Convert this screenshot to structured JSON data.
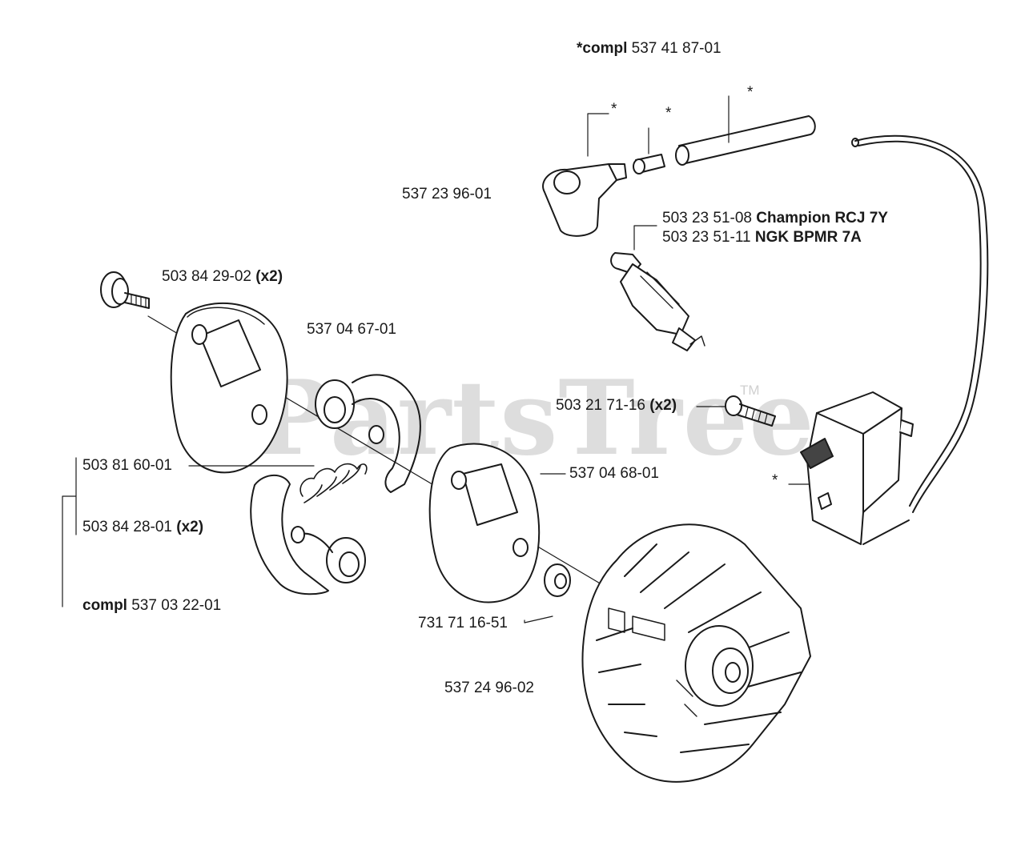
{
  "watermark": {
    "text": "PartsTree",
    "trademark": "TM"
  },
  "labels": {
    "compl_top": {
      "prefix": "*compl",
      "number": "537 41 87-01"
    },
    "plug_cap": "537 23 96-01",
    "spark_plug_1": {
      "number": "503 23 51-08",
      "brand": "Champion RCJ 7Y"
    },
    "spark_plug_2": {
      "number": "503 23 51-11",
      "brand": "NGK BPMR 7A"
    },
    "screw_top": {
      "number": "503 84 29-02",
      "qty": "(x2)"
    },
    "clutch_shoe": "537 04 67-01",
    "ignition_screw": {
      "number": "503 21 71-16",
      "qty": "(x2)"
    },
    "spring": "503 81 60-01",
    "plate": "537 04 68-01",
    "washer_pin": {
      "number": "503 84 28-01",
      "qty": "(x2)"
    },
    "compl_bottom": {
      "prefix": "compl",
      "number": "537 03 22-01"
    },
    "washer": "731 71 16-51",
    "flywheel": "537 24 96-02",
    "asterisk": "*"
  }
}
